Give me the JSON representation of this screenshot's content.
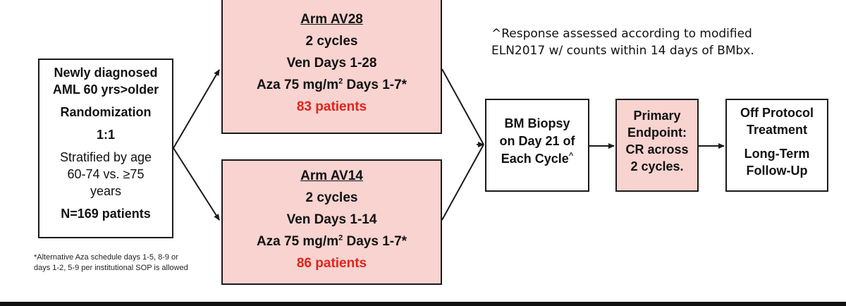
{
  "start": {
    "line1": "Newly diagnosed",
    "line2": "AML 60 yrs>older",
    "randomization": "Randomization",
    "ratio": "1:1",
    "strat1": "Stratified by age",
    "strat2": "60-74 vs. ≥75",
    "strat3": "years",
    "n": "N=169 patients"
  },
  "arm1": {
    "title": "Arm AV28",
    "cycles": "2 cycles",
    "ven": "Ven Days 1-28",
    "aza_pre": "Aza 75 mg/m",
    "aza_sup": "2",
    "aza_post": " Days 1-7*",
    "patients": "83 patients"
  },
  "arm2": {
    "title": "Arm AV14",
    "cycles": "2 cycles",
    "ven": "Ven Days 1-14",
    "aza_pre": "Aza 75 mg/m",
    "aza_sup": "2",
    "aza_post": " Days 1-7*",
    "patients": "86 patients"
  },
  "biopsy": {
    "line1": "BM Biopsy",
    "line2": "on Day 21 of",
    "line3": "Each Cycle",
    "caret": "^"
  },
  "endpoint": {
    "line1": "Primary",
    "line2": "Endpoint:",
    "line3": "CR across",
    "line4": "2 cycles."
  },
  "off": {
    "line1": "Off Protocol",
    "line2": "Treatment",
    "line3": "Long-Term",
    "line4": "Follow-Up"
  },
  "note": {
    "line1": "^Response assessed according to modified",
    "line2": "ELN2017 w/ counts within 14 days of BMbx."
  },
  "footnote": {
    "line1": "*Alternative Aza schedule days 1-5, 8-9 or",
    "line2": "days 1-2, 5-9 per institutional SOP is allowed"
  },
  "colors": {
    "arm_fill": "#f8d3d0",
    "patients_text": "#e0241b"
  }
}
